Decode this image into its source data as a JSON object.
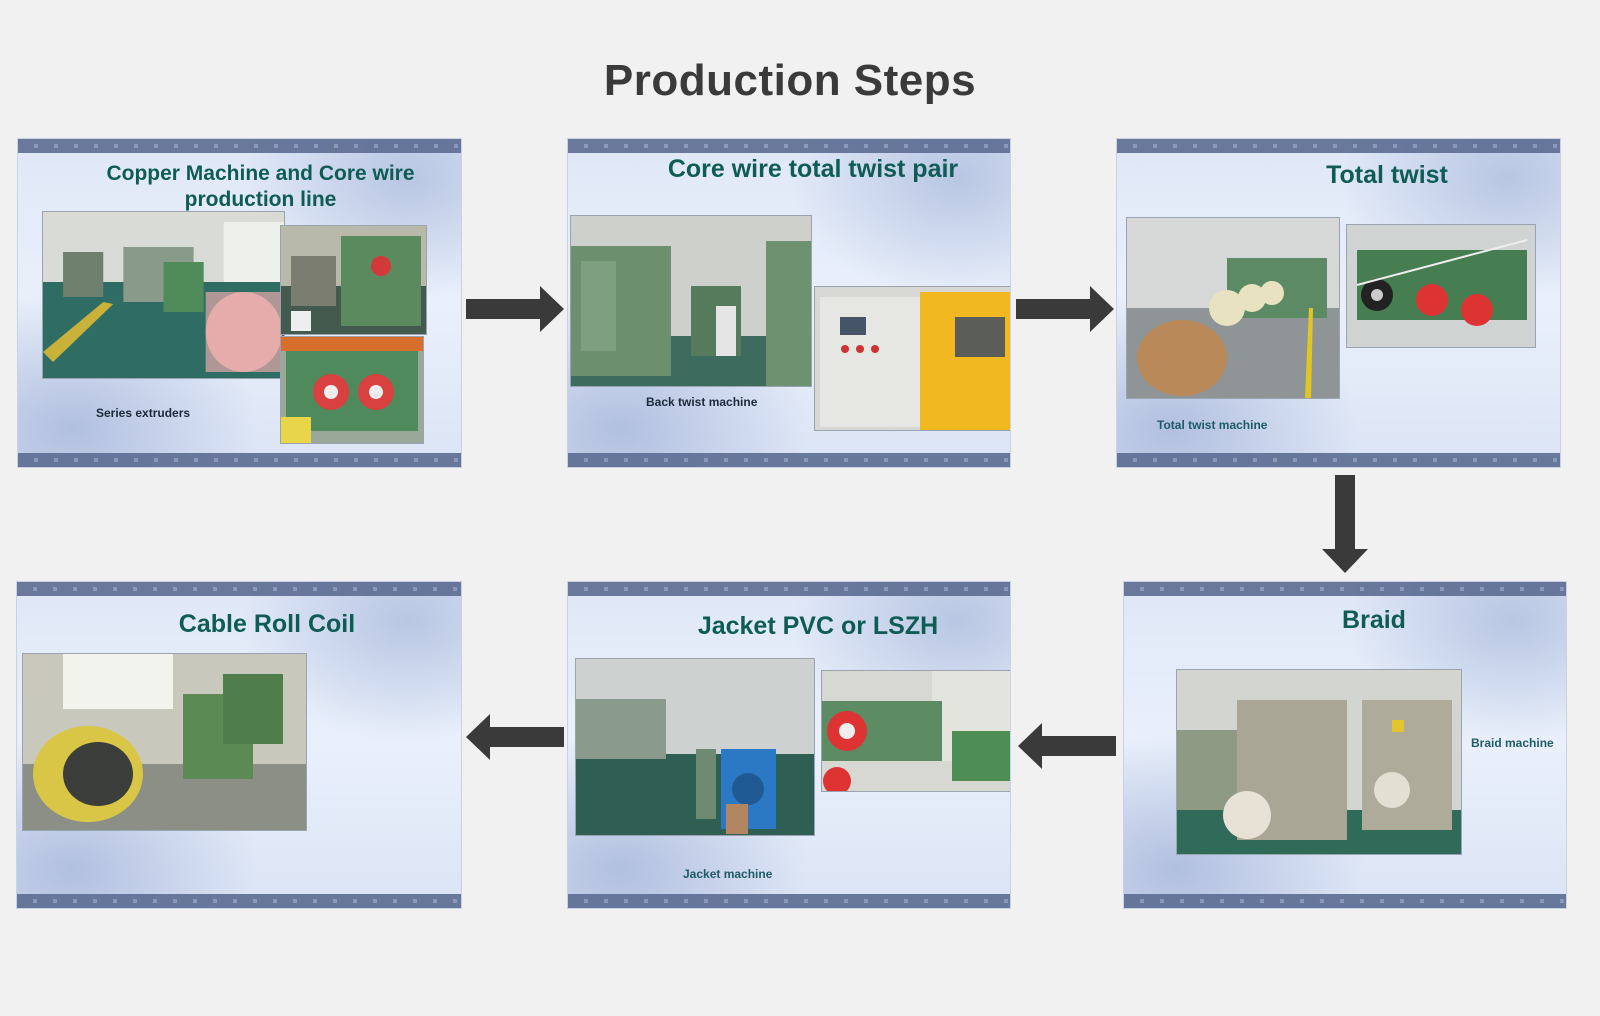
{
  "page_title": "Production Steps",
  "steps": [
    {
      "title": "Copper Machine and Core wire production line",
      "caption": "Series extruders"
    },
    {
      "title": "Core wire total  twist pair",
      "caption": "Back twist machine"
    },
    {
      "title": "Total twist",
      "caption": "Total twist machine"
    },
    {
      "title": "Braid",
      "caption": "Braid machine"
    },
    {
      "title": "Jacket PVC or LSZH",
      "caption": "Jacket machine"
    },
    {
      "title": "Cable Roll Coil",
      "caption": ""
    }
  ],
  "colors": {
    "title_text": "#0f5c55",
    "arrow": "#3a3a3a",
    "band": "#5f6f94"
  }
}
